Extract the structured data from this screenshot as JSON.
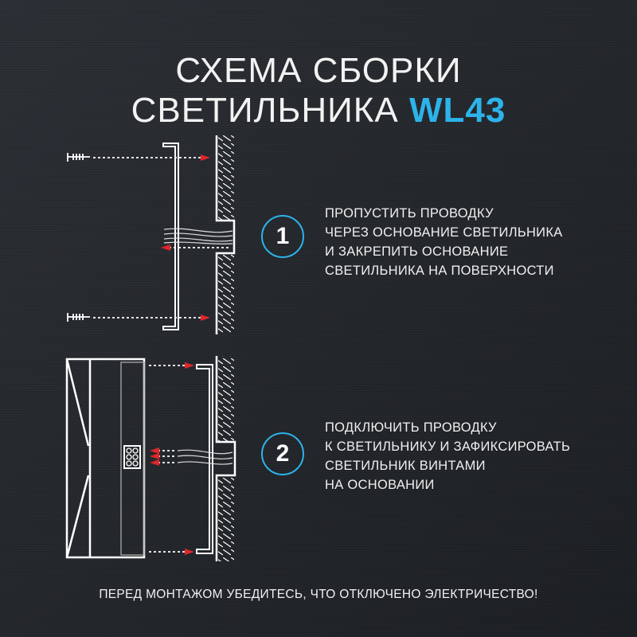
{
  "title": {
    "line1": "СХЕМА СБОРКИ",
    "line2_prefix": "СВЕТИЛЬНИКА ",
    "model": "WL43"
  },
  "steps": [
    {
      "number": "1",
      "lines": [
        "ПРОПУСТИТЬ ПРОВОДКУ",
        "ЧЕРЕЗ ОСНОВАНИЕ СВЕТИЛЬНИКА",
        "И ЗАКРЕПИТЬ ОСНОВАНИЕ",
        "СВЕТИЛЬНИКА НА ПОВЕРХНОСТИ"
      ]
    },
    {
      "number": "2",
      "lines": [
        "ПОДКЛЮЧИТЬ ПРОВОДКУ",
        "К СВЕТИЛЬНИКУ И ЗАФИКСИРОВАТЬ",
        "СВЕТИЛЬНИК ВИНТАМИ",
        "НА ОСНОВАНИИ"
      ]
    }
  ],
  "warning": "ПЕРЕД МОНТАЖОМ УБЕДИТЕСЬ, ЧТО ОТКЛЮЧЕНО ЭЛЕКТРИЧЕСТВО!",
  "colors": {
    "accent": "#2db3ea",
    "arrow": "#e0262a",
    "line": "#ffffff"
  }
}
